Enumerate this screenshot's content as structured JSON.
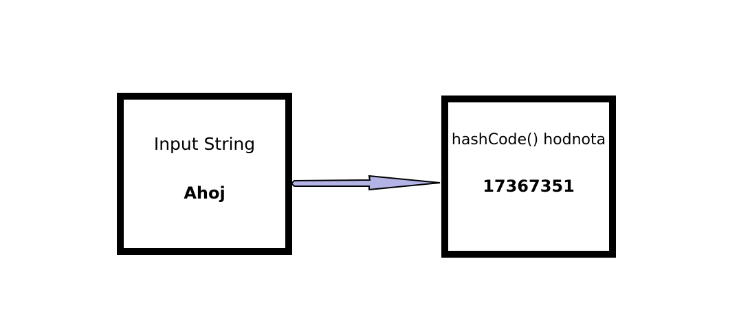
{
  "input_box": {
    "title": "Input String",
    "value": "Ahoj"
  },
  "output_box": {
    "title": "hashCode() hodnota",
    "value": "17367351"
  },
  "colors": {
    "box_border": "#000000",
    "arrow_fill": "#b3b3e6",
    "arrow_stroke": "#000000"
  }
}
